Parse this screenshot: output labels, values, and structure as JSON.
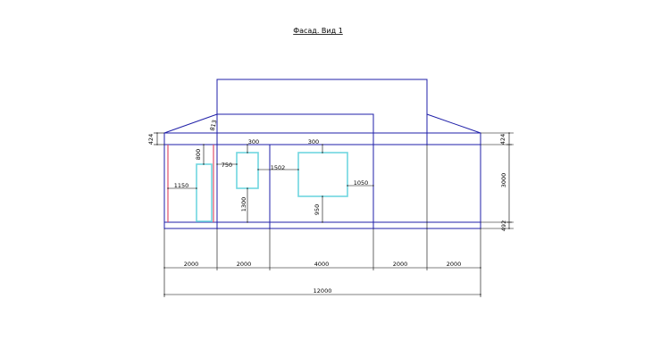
{
  "title": "Фасад. Вид 1",
  "colors": {
    "outline": "#1f1fa8",
    "window": "#6fd6df",
    "door_frame": "#e0506a",
    "dimension": "#000000",
    "background": "#ffffff"
  },
  "dimensions": {
    "eave_height_left": "424",
    "eave_height_right": "424",
    "wall_height": "3000",
    "base_height": "492",
    "roof_slope": "813",
    "window_small_width": "300",
    "window_small_height": "750",
    "window_small_sill": "1300",
    "window_large_width": "300",
    "window_large_height": "1050",
    "window_large_sill": "950",
    "window_gap": "1502",
    "door_window_height": "800",
    "door_sill": "1150",
    "segment_1": "2000",
    "segment_2": "2000",
    "segment_3": "4000",
    "segment_4": "2000",
    "segment_5": "2000",
    "total_width": "12000"
  }
}
